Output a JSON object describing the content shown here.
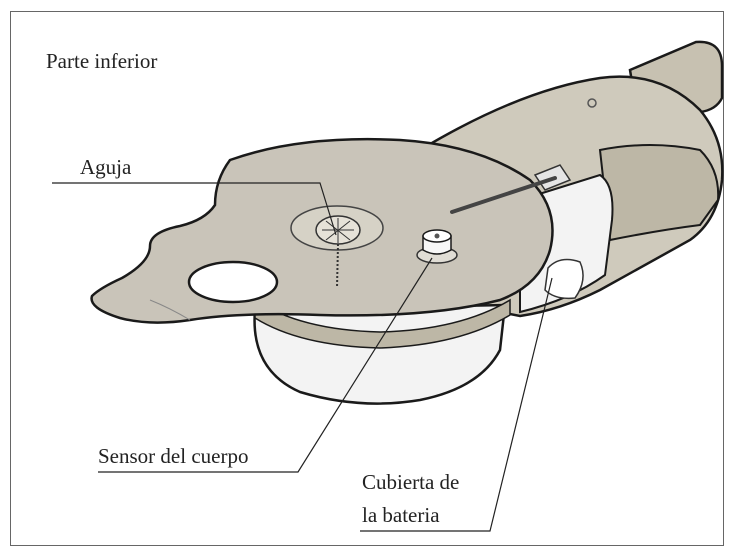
{
  "title": "Parte inferior",
  "callouts": {
    "needle": "Aguja",
    "body_sensor": "Sensor del cuerpo",
    "battery_cover_line1": "Cubierta de",
    "battery_cover_line2": "la bateria"
  },
  "colors": {
    "frame": "#666666",
    "outline": "#1a1a1a",
    "shell_light": "#d8d4c8",
    "shell_mid": "#bdb7a6",
    "plate": "#c9c4b9",
    "white_body": "#f3f3f3"
  }
}
